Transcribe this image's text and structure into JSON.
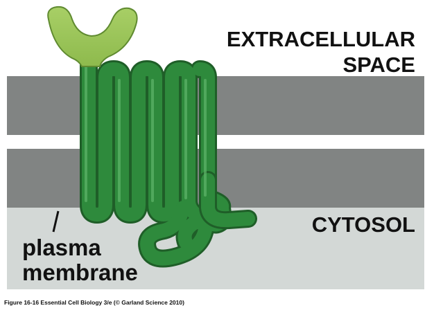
{
  "labels": {
    "extracellular": [
      "EXTRACELLULAR",
      "SPACE"
    ],
    "cytosol": "CYTOSOL",
    "membrane": [
      "plasma",
      "membrane"
    ]
  },
  "caption": "Figure 16-16  Essential Cell Biology 3/e (© Garland Science 2010)",
  "colors": {
    "background": "#ffffff",
    "lipid_layer": "#818483",
    "cytosol": "#d3d8d6",
    "protein": "#2e8a3c",
    "protein_dark": "#1f5e28",
    "protein_highlight": "#5fb56a",
    "ligand": "#8eba4d",
    "ligand_dark": "#5f8a30",
    "text": "#111111"
  },
  "structure": {
    "transmembrane_segments": 7
  }
}
